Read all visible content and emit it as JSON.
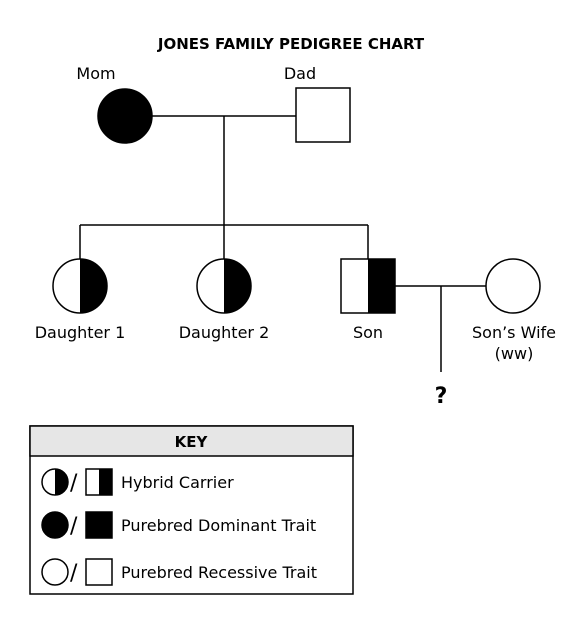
{
  "title": "JONES FAMILY PEDIGREE CHART",
  "members": {
    "mom": {
      "label": "Mom",
      "shape": "circle",
      "fill": "full"
    },
    "dad": {
      "label": "Dad",
      "shape": "square",
      "fill": "none"
    },
    "daughter1": {
      "label": "Daughter 1",
      "shape": "circle",
      "fill": "half"
    },
    "daughter2": {
      "label": "Daughter 2",
      "shape": "circle",
      "fill": "half"
    },
    "son": {
      "label": "Son",
      "shape": "square",
      "fill": "half"
    },
    "sons_wife": {
      "label": "Son’s Wife",
      "genotype": "(ww)",
      "shape": "circle",
      "fill": "none"
    }
  },
  "unknown_offspring": "?",
  "key": {
    "title": "KEY",
    "items": [
      {
        "fill": "half",
        "label": "Hybrid Carrier"
      },
      {
        "fill": "full",
        "label": "Purebred Dominant Trait"
      },
      {
        "fill": "none",
        "label": "Purebred Recessive Trait"
      }
    ],
    "separator": "/"
  },
  "colors": {
    "line": "#000000",
    "fill": "#000000",
    "key_header_bg": "#e6e6e6"
  }
}
